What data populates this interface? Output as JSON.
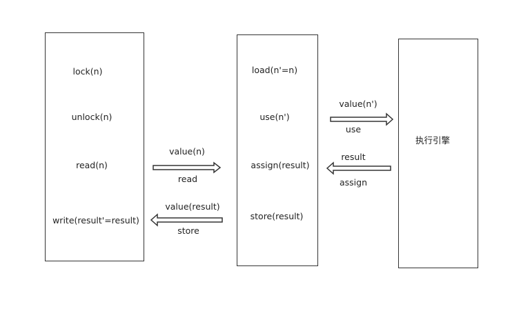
{
  "main_memory": {
    "ops": [
      "lock(n)",
      "unlock(n)",
      "read(n)",
      "write(result'=result)"
    ]
  },
  "working_memory": {
    "ops": [
      "load(n'=n)",
      "use(n')",
      "assign(result)",
      "store(result)"
    ]
  },
  "engine": {
    "label": "执行引擎"
  },
  "arrows": {
    "read": {
      "top": "value(n)",
      "bottom": "read"
    },
    "store": {
      "top": "value(result)",
      "bottom": "store"
    },
    "use": {
      "top": "value(n')",
      "bottom": "use"
    },
    "assign": {
      "top": "result",
      "bottom": "assign"
    }
  }
}
